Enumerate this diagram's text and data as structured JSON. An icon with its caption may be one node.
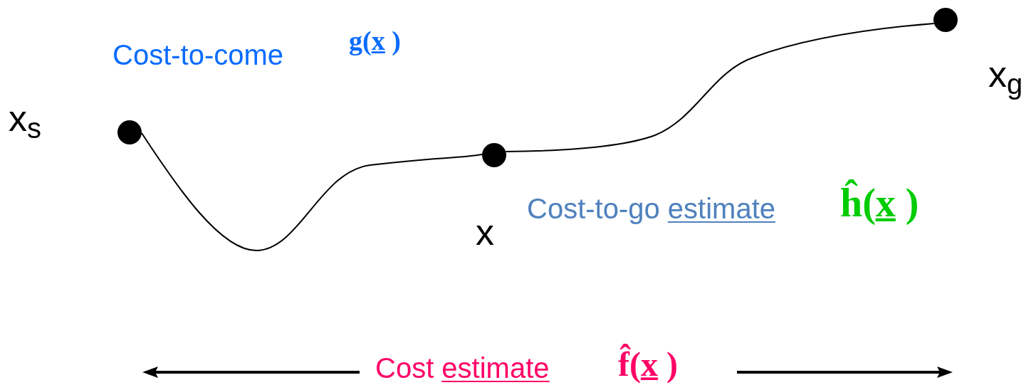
{
  "diagram": {
    "nodes": [
      {
        "text": [],
        "shape": "circle",
        "beside": [
          "x$_{s}$"
        ]
      },
      {
        "text": [],
        "shape": "circle",
        "beside": [
          "x"
        ]
      },
      {
        "text": [],
        "shape": "circle",
        "beside": [
          "x$_{g}$"
        ]
      }
    ],
    "edges": [
      {
        "from": 0,
        "to": 1,
        "arrow": "none"
      },
      {
        "from": 1,
        "to": 2,
        "arrow": "none"
      }
    ],
    "labels": [
      "Cost-to-come",
      "g(x̲ )",
      "Cost-to-go estimate",
      "ĥ(x̲ )",
      "Cost estimate",
      "f̂(x̲ )"
    ]
  }
}
